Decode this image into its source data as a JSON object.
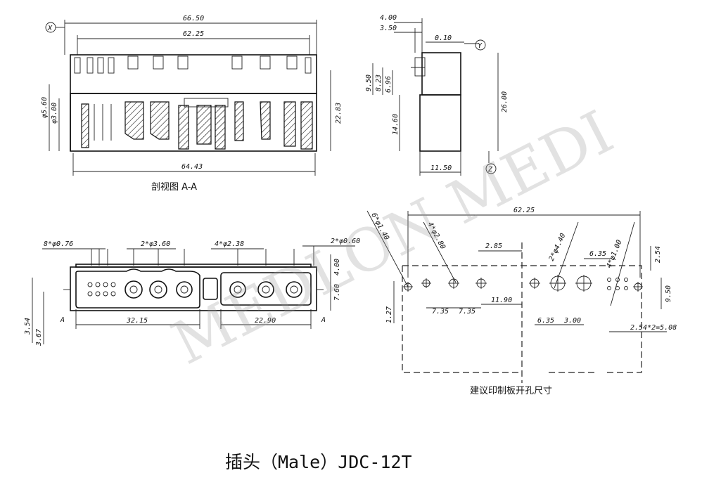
{
  "title": "插头（Male）JDC-12T",
  "section_label": "剖视图 A-A",
  "cutout_label": "建议印制板开孔尺寸",
  "section_marker": "A",
  "watermark": "MEDLON MEDI",
  "datums": {
    "x": "X",
    "y": "Y",
    "z": "Z"
  },
  "dims": {
    "top_66_50": "66.50",
    "top_62_25": "62.25",
    "top_64_43": "64.43",
    "phi_5_60": "φ5.60",
    "phi_3_00": "φ3.00",
    "d_22_83": "22.83",
    "s_4_00": "4.00",
    "s_3_50": "3.50",
    "s_0_10": "0.10",
    "s_9_50": "9.50",
    "s_8_23": "8.23",
    "s_6_96": "6.96",
    "s_14_60": "14.60",
    "s_26_00": "26.00",
    "s_11_50": "11.50",
    "b_8x0_76": "8*φ0.76",
    "b_2x3_60": "2*φ3.60",
    "b_4x2_38": "4*φ2.38",
    "b_2x0_60": "2*φ0.60",
    "b_4_00": "4.00",
    "b_7_60": "7.60",
    "b_32_15": "32.15",
    "b_22_90": "22.90",
    "b_3_54": "3.54",
    "b_3_67": "3.67",
    "p_62_25": "62.25",
    "p_6x1_40": "6*φ1.40",
    "p_4x2_80": "4*φ2.80",
    "p_2x4_40": "2*φ4.40",
    "p_4x1_00": "4*φ1.00",
    "p_2_85": "2.85",
    "p_6_35": "6.35",
    "p_2_54": "2.54",
    "p_7_35a": "7.35",
    "p_7_35b": "7.35",
    "p_11_90": "11.90",
    "p_6_35b": "6.35",
    "p_3_00": "3.00",
    "p_1_27": "1.27",
    "p_9_50": "9.50",
    "p_2_54x2": "2.54*2=5.08"
  }
}
